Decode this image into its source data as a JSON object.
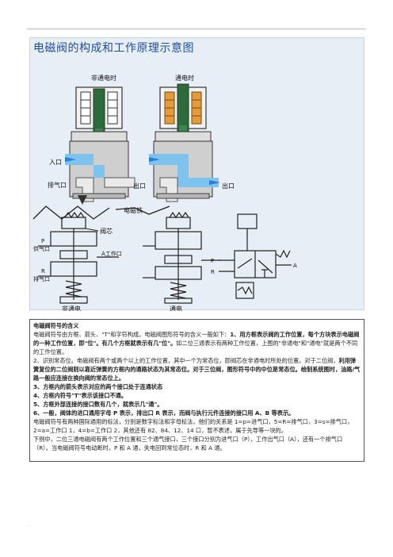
{
  "page": {
    "top_dot": "·",
    "bottom_dot": "."
  },
  "figure": {
    "title": "电磁阀的构成和工作原理示意图",
    "label_off": "非通电时",
    "label_on": "通电时",
    "label_inlet": "入口",
    "label_exhaust": "排气口",
    "label_outlet": "出口",
    "label_coil": "电磁铁",
    "label_valve_core": "阀芯",
    "label_supply": "供气口",
    "label_P": "P",
    "label_A_port": "A工作口",
    "label_R": "R",
    "label_R_exhaust": "排气口",
    "label_no_power": "非通电",
    "label_power": "通电",
    "sym_P": "P",
    "sym_R": "R",
    "sym_A": "A",
    "accent_coil_color": "#d98a2a",
    "flow_color": "#6fb6e8"
  },
  "text": {
    "heading": "电磁阀符号的含义",
    "p1": "电磁阀符号由方框、箭头、\"T\"和字符构成。电磁阀图形符号的含义一般如下：",
    "p1b": "1、用方框表示阀的工作位置，每个方块表示电磁阀的一种工作位置，即\"位\"。有几个方框就表示有几\"位\"。",
    "p1c": "如二位三通表示有两种工作位置，上图的\"非通电\"和\"通电\"就是两个不同的工作位置。",
    "p2a": "2、识别常态位。电磁阀有两个或两个以上的工作位置，其中一个为常态位，即阀芯在非通电时所处的位置。对于二位阀，",
    "p2b": "利用弹簧复位的二位阀则以靠近弹簧的方框内的通路状态为其常态位。对于三位阀，图形符号中的中位是常态位。绘制系统图时，油路/气路一般应连接在换向阀的常态位上。",
    "p3": "3、方框内的箭头表示对应的两个接口处于连通状态",
    "p4": "4、方框内符号\"T\"表示该接口不通。",
    "p5": "5、方框外部连接的接口数有几个，就表示几\"通\"。",
    "p6": "6、一般，阀体的进口通用字母 P 表示，排出口 R 表示，而阀与执行元件连接的接口用 A、B 等表示。",
    "p7": "电磁阀符号有两种国际通用的标法，分别是数字标法和字母标法，他们的关系是 1=p=进气口，5=R=排气口，3=s=排气口，2=a=工作口 1，4=b=工作口 2，其他还有 82、84、12、14 口，暂不表述，属于先导等一块的。",
    "p8": "下例中，二位三通电磁阀有两个工作位置和三个通气接口，三个接口分别为进气口（P），工作出气口（A），还有一个排气口（R）。当电磁阀符号电动断时，P 和 A 通，失电回到常位态时，R 和 A 通。"
  }
}
